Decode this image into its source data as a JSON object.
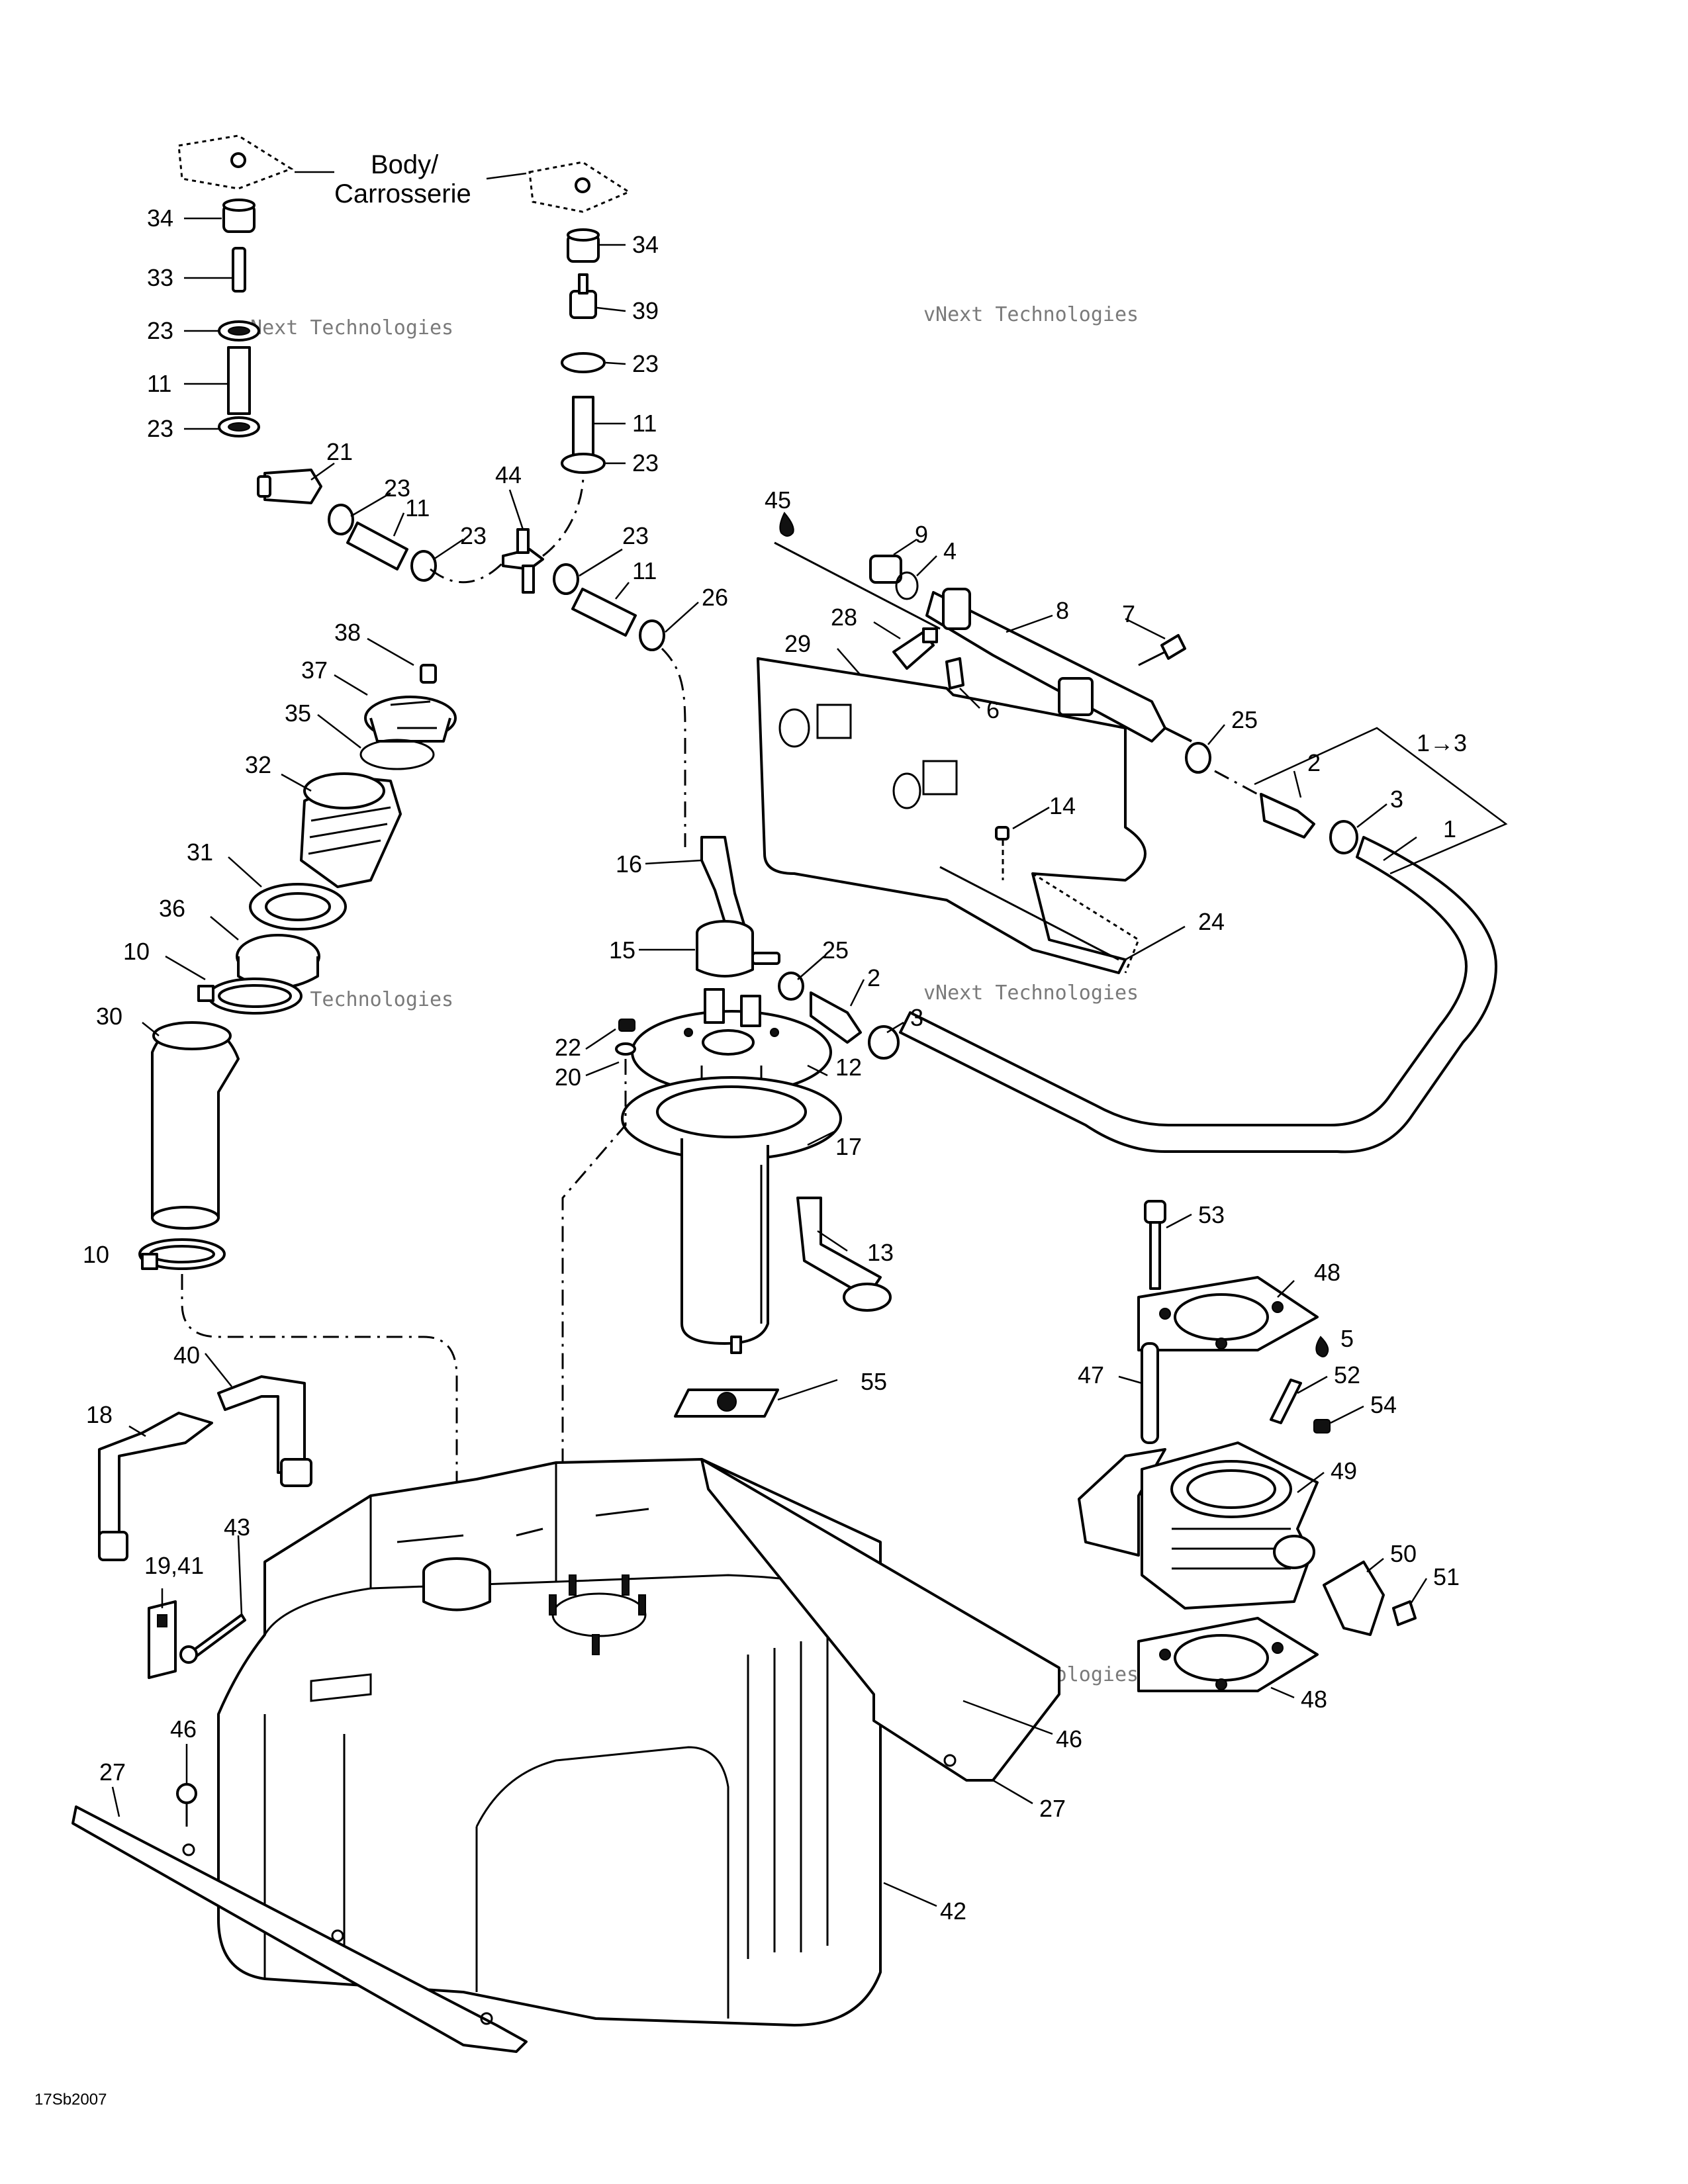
{
  "diagram": {
    "header_label_en": "Body/",
    "header_label_fr": "Carrosserie",
    "footer_code": "17Sb2007",
    "watermark_line1": "vNext",
    "watermark_line2": "vNext Technologies",
    "watermark_line3": "Technologies",
    "callouts": [
      {
        "id": "c34a",
        "text": "34"
      },
      {
        "id": "c33",
        "text": "33"
      },
      {
        "id": "c23a",
        "text": "23"
      },
      {
        "id": "c11a",
        "text": "11"
      },
      {
        "id": "c23b",
        "text": "23"
      },
      {
        "id": "c21",
        "text": "21"
      },
      {
        "id": "c23c",
        "text": "23"
      },
      {
        "id": "c11b",
        "text": "11"
      },
      {
        "id": "c23d",
        "text": "23"
      },
      {
        "id": "c44",
        "text": "44"
      },
      {
        "id": "c34b",
        "text": "34"
      },
      {
        "id": "c39",
        "text": "39"
      },
      {
        "id": "c23e",
        "text": "23"
      },
      {
        "id": "c11c",
        "text": "11"
      },
      {
        "id": "c23f",
        "text": "23"
      },
      {
        "id": "c23g",
        "text": "23"
      },
      {
        "id": "c11d",
        "text": "11"
      },
      {
        "id": "c26",
        "text": "26"
      },
      {
        "id": "c45",
        "text": "45"
      },
      {
        "id": "c9",
        "text": "9"
      },
      {
        "id": "c4",
        "text": "4"
      },
      {
        "id": "c8",
        "text": "8"
      },
      {
        "id": "c7",
        "text": "7"
      },
      {
        "id": "c28",
        "text": "28"
      },
      {
        "id": "c29",
        "text": "29"
      },
      {
        "id": "c6",
        "text": "6"
      },
      {
        "id": "c25a",
        "text": "25"
      },
      {
        "id": "c1to3",
        "text": "1→3"
      },
      {
        "id": "c2a",
        "text": "2"
      },
      {
        "id": "c3a",
        "text": "3"
      },
      {
        "id": "c1",
        "text": "1"
      },
      {
        "id": "c14",
        "text": "14"
      },
      {
        "id": "c24",
        "text": "24"
      },
      {
        "id": "c38",
        "text": "38"
      },
      {
        "id": "c37",
        "text": "37"
      },
      {
        "id": "c35",
        "text": "35"
      },
      {
        "id": "c32",
        "text": "32"
      },
      {
        "id": "c31",
        "text": "31"
      },
      {
        "id": "c36",
        "text": "36"
      },
      {
        "id": "c10a",
        "text": "10"
      },
      {
        "id": "c30",
        "text": "30"
      },
      {
        "id": "c16",
        "text": "16"
      },
      {
        "id": "c15",
        "text": "15"
      },
      {
        "id": "c25b",
        "text": "25"
      },
      {
        "id": "c2b",
        "text": "2"
      },
      {
        "id": "c3b",
        "text": "3"
      },
      {
        "id": "c22",
        "text": "22"
      },
      {
        "id": "c20",
        "text": "20"
      },
      {
        "id": "c12",
        "text": "12"
      },
      {
        "id": "c17",
        "text": "17"
      },
      {
        "id": "c13",
        "text": "13"
      },
      {
        "id": "c55",
        "text": "55"
      },
      {
        "id": "c10b",
        "text": "10"
      },
      {
        "id": "c53",
        "text": "53"
      },
      {
        "id": "c48a",
        "text": "48"
      },
      {
        "id": "c5",
        "text": "5"
      },
      {
        "id": "c47",
        "text": "47"
      },
      {
        "id": "c52",
        "text": "52"
      },
      {
        "id": "c54",
        "text": "54"
      },
      {
        "id": "c49",
        "text": "49"
      },
      {
        "id": "c50",
        "text": "50"
      },
      {
        "id": "c51",
        "text": "51"
      },
      {
        "id": "c48b",
        "text": "48"
      },
      {
        "id": "c40",
        "text": "40"
      },
      {
        "id": "c18",
        "text": "18"
      },
      {
        "id": "c43",
        "text": "43"
      },
      {
        "id": "c1941",
        "text": "19,41"
      },
      {
        "id": "c46a",
        "text": "46"
      },
      {
        "id": "c27a",
        "text": "27"
      },
      {
        "id": "c46b",
        "text": "46"
      },
      {
        "id": "c27b",
        "text": "27"
      },
      {
        "id": "c42",
        "text": "42"
      }
    ]
  }
}
